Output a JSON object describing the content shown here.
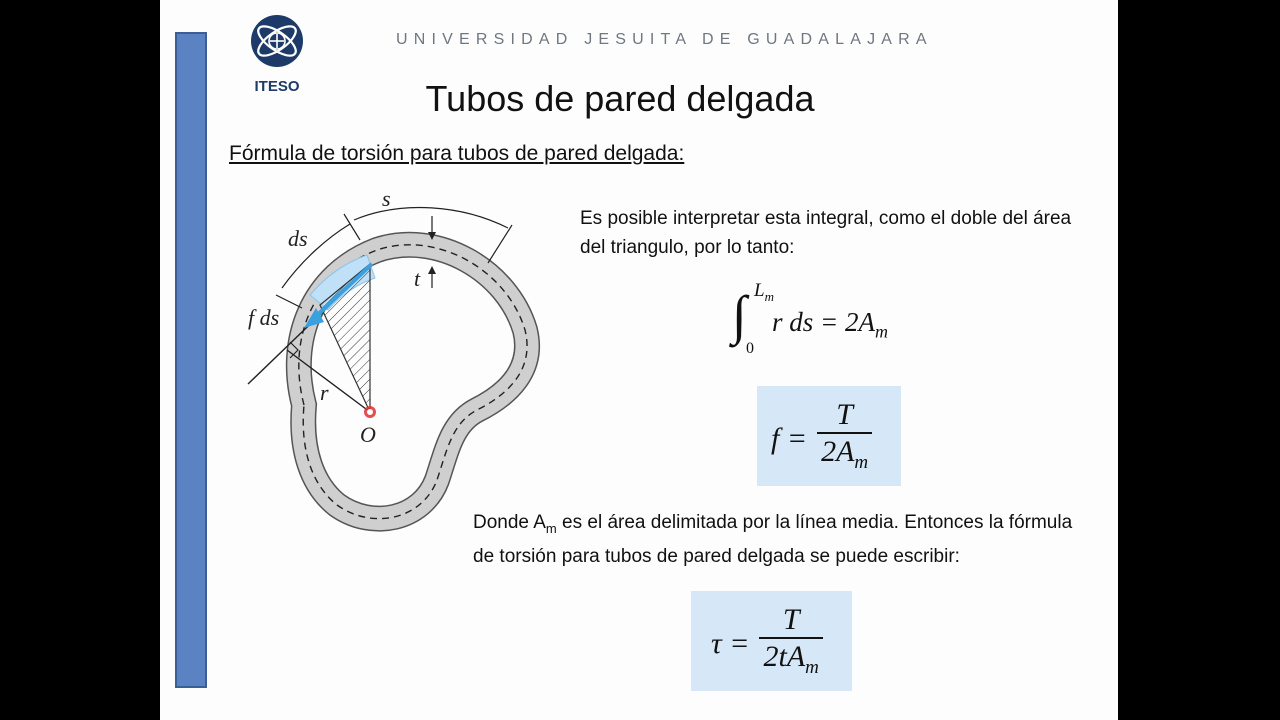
{
  "header": {
    "university": "UNIVERSIDAD JESUITA DE GUADALAJARA",
    "logo_text": "ITESO"
  },
  "slide": {
    "title": "Tubos de pared delgada",
    "subtitle": "Fórmula de torsión para tubos de pared delgada:",
    "para1": "Es posible interpretar esta integral, como el doble del área del triangulo, por lo tanto:",
    "para2_a": "Donde A",
    "para2_sub": "m",
    "para2_b": " es el área delimitada por la línea media. Entonces la fórmula de torsión para tubos de pared delgada se puede escribir:"
  },
  "equations": {
    "integral_upper": "L",
    "integral_upper_sub": "m",
    "integral_lower": "0",
    "integral_body": "r ds = 2A",
    "integral_body_sub": "m",
    "f_lhs": "f =",
    "f_num": "T",
    "f_den": "2A",
    "f_den_sub": "m",
    "tau_lhs": "τ =",
    "tau_num": "T",
    "tau_den": "2tA",
    "tau_den_sub": "m"
  },
  "figure": {
    "label_s": "s",
    "label_ds": "ds",
    "label_t": "t",
    "label_fds": "f ds",
    "label_r": "r",
    "label_O": "O"
  },
  "colors": {
    "side_bar": "#5b82c2",
    "box": "#d6e8f7",
    "arrow": "#3aa0e0",
    "tube": "#cfcfcf"
  }
}
